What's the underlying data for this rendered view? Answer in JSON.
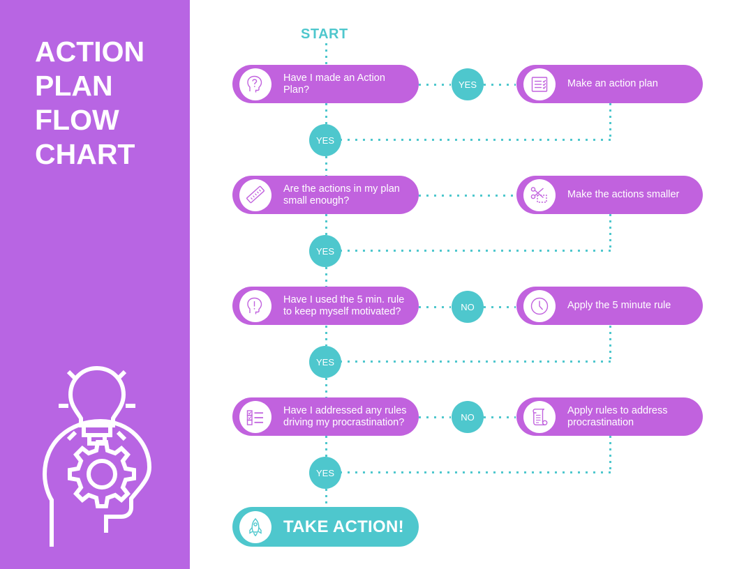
{
  "sidebar": {
    "title": "ACTION PLAN FLOW CHART",
    "illustration_name": "lightbulb-head-gear-illustration"
  },
  "flow": {
    "start_label": "START",
    "colors": {
      "sidebar_purple": "#b865e3",
      "card_purple": "#c162de",
      "teal": "#4ec7cd",
      "white": "#ffffff"
    },
    "rows": [
      {
        "question": "Have I made an Action Plan?",
        "question_icon": "head-question-mark-icon",
        "connector": "YES",
        "answer": "Make an action plan",
        "answer_icon": "checklist-document-icon",
        "down_connector": "YES"
      },
      {
        "question": "Are the actions in my plan small enough?",
        "question_icon": "ruler-icon",
        "connector": "",
        "answer": "Make the actions smaller",
        "answer_icon": "scissors-cut-icon",
        "down_connector": "YES"
      },
      {
        "question": "Have I used the 5 min. rule to keep myself motivated?",
        "question_icon": "head-exclamation-icon",
        "connector": "NO",
        "answer": "Apply the 5 minute rule",
        "answer_icon": "clock-icon",
        "down_connector": "YES"
      },
      {
        "question": "Have I addressed any rules driving my procrastination?",
        "question_icon": "checkbox-list-icon",
        "connector": "NO",
        "answer": "Apply rules to address procrastination",
        "answer_icon": "scroll-document-icon",
        "down_connector": "YES"
      }
    ],
    "final": {
      "label": "TAKE ACTION!",
      "icon": "rocket-icon"
    }
  }
}
